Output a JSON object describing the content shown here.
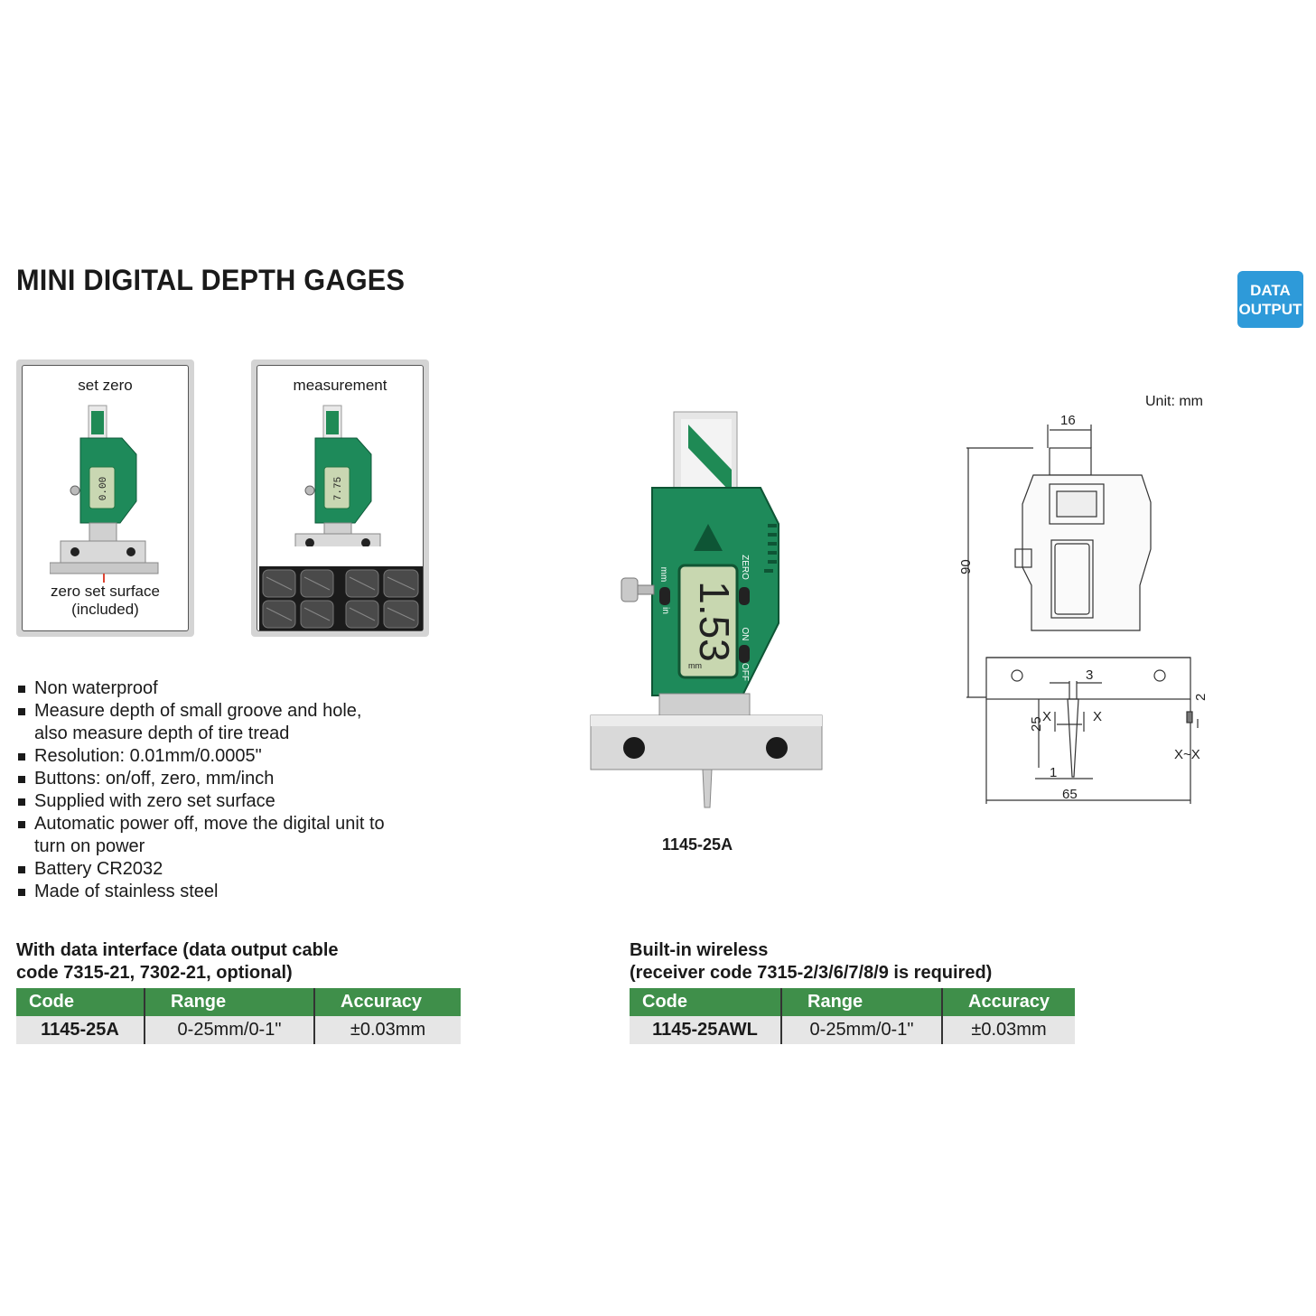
{
  "page": {
    "title": "MINI DIGITAL DEPTH GAGES",
    "badge_line1": "DATA",
    "badge_line2": "OUTPUT"
  },
  "cards": {
    "set_zero": {
      "title": "set zero",
      "reading": "0.00",
      "caption_line1": "zero set surface",
      "caption_line2": "(included)"
    },
    "measurement": {
      "title": "measurement",
      "reading": "7.75"
    }
  },
  "product": {
    "reading": "1.53",
    "unit_label": "mm",
    "btn_mm": "mm",
    "btn_in": "in",
    "btn_zero": "ZERO",
    "btn_on": "ON",
    "btn_off": "OFF",
    "caption": "1145-25A"
  },
  "drawing": {
    "unit": "Unit: mm",
    "dim_16": "16",
    "dim_90": "90",
    "dim_3": "3",
    "dim_25": "25",
    "dim_1": "1",
    "dim_65": "65",
    "dim_2": "2",
    "section_x1": "X",
    "section_x2": "X",
    "section_label": "X~X"
  },
  "features": [
    "Non waterproof",
    "Measure depth of small groove and hole, also measure depth of tire tread",
    "Resolution: 0.01mm/0.0005\"",
    "Buttons: on/off, zero, mm/inch",
    "Supplied with zero set surface",
    "Automatic power off, move the digital unit to turn on power",
    "Battery CR2032",
    "Made of stainless steel"
  ],
  "table_data_interface": {
    "heading_line1": "With data interface (data output cable",
    "heading_line2": "code 7315-21, 7302-21, optional)",
    "columns": [
      "Code",
      "Range",
      "Accuracy"
    ],
    "rows": [
      [
        "1145-25A",
        "0-25mm/0-1\"",
        "±0.03mm"
      ]
    ]
  },
  "table_wireless": {
    "heading_line1": "Built-in wireless",
    "heading_line2": "(receiver code 7315-2/3/6/7/8/9 is required)",
    "columns": [
      "Code",
      "Range",
      "Accuracy"
    ],
    "rows": [
      [
        "1145-25AWL",
        "0-25mm/0-1\"",
        "±0.03mm"
      ]
    ]
  },
  "colors": {
    "accent_green": "#3f8f4a",
    "body_green": "#1e8a5a",
    "badge_blue": "#2e9ad9",
    "row_gray": "#e6e6e6"
  }
}
